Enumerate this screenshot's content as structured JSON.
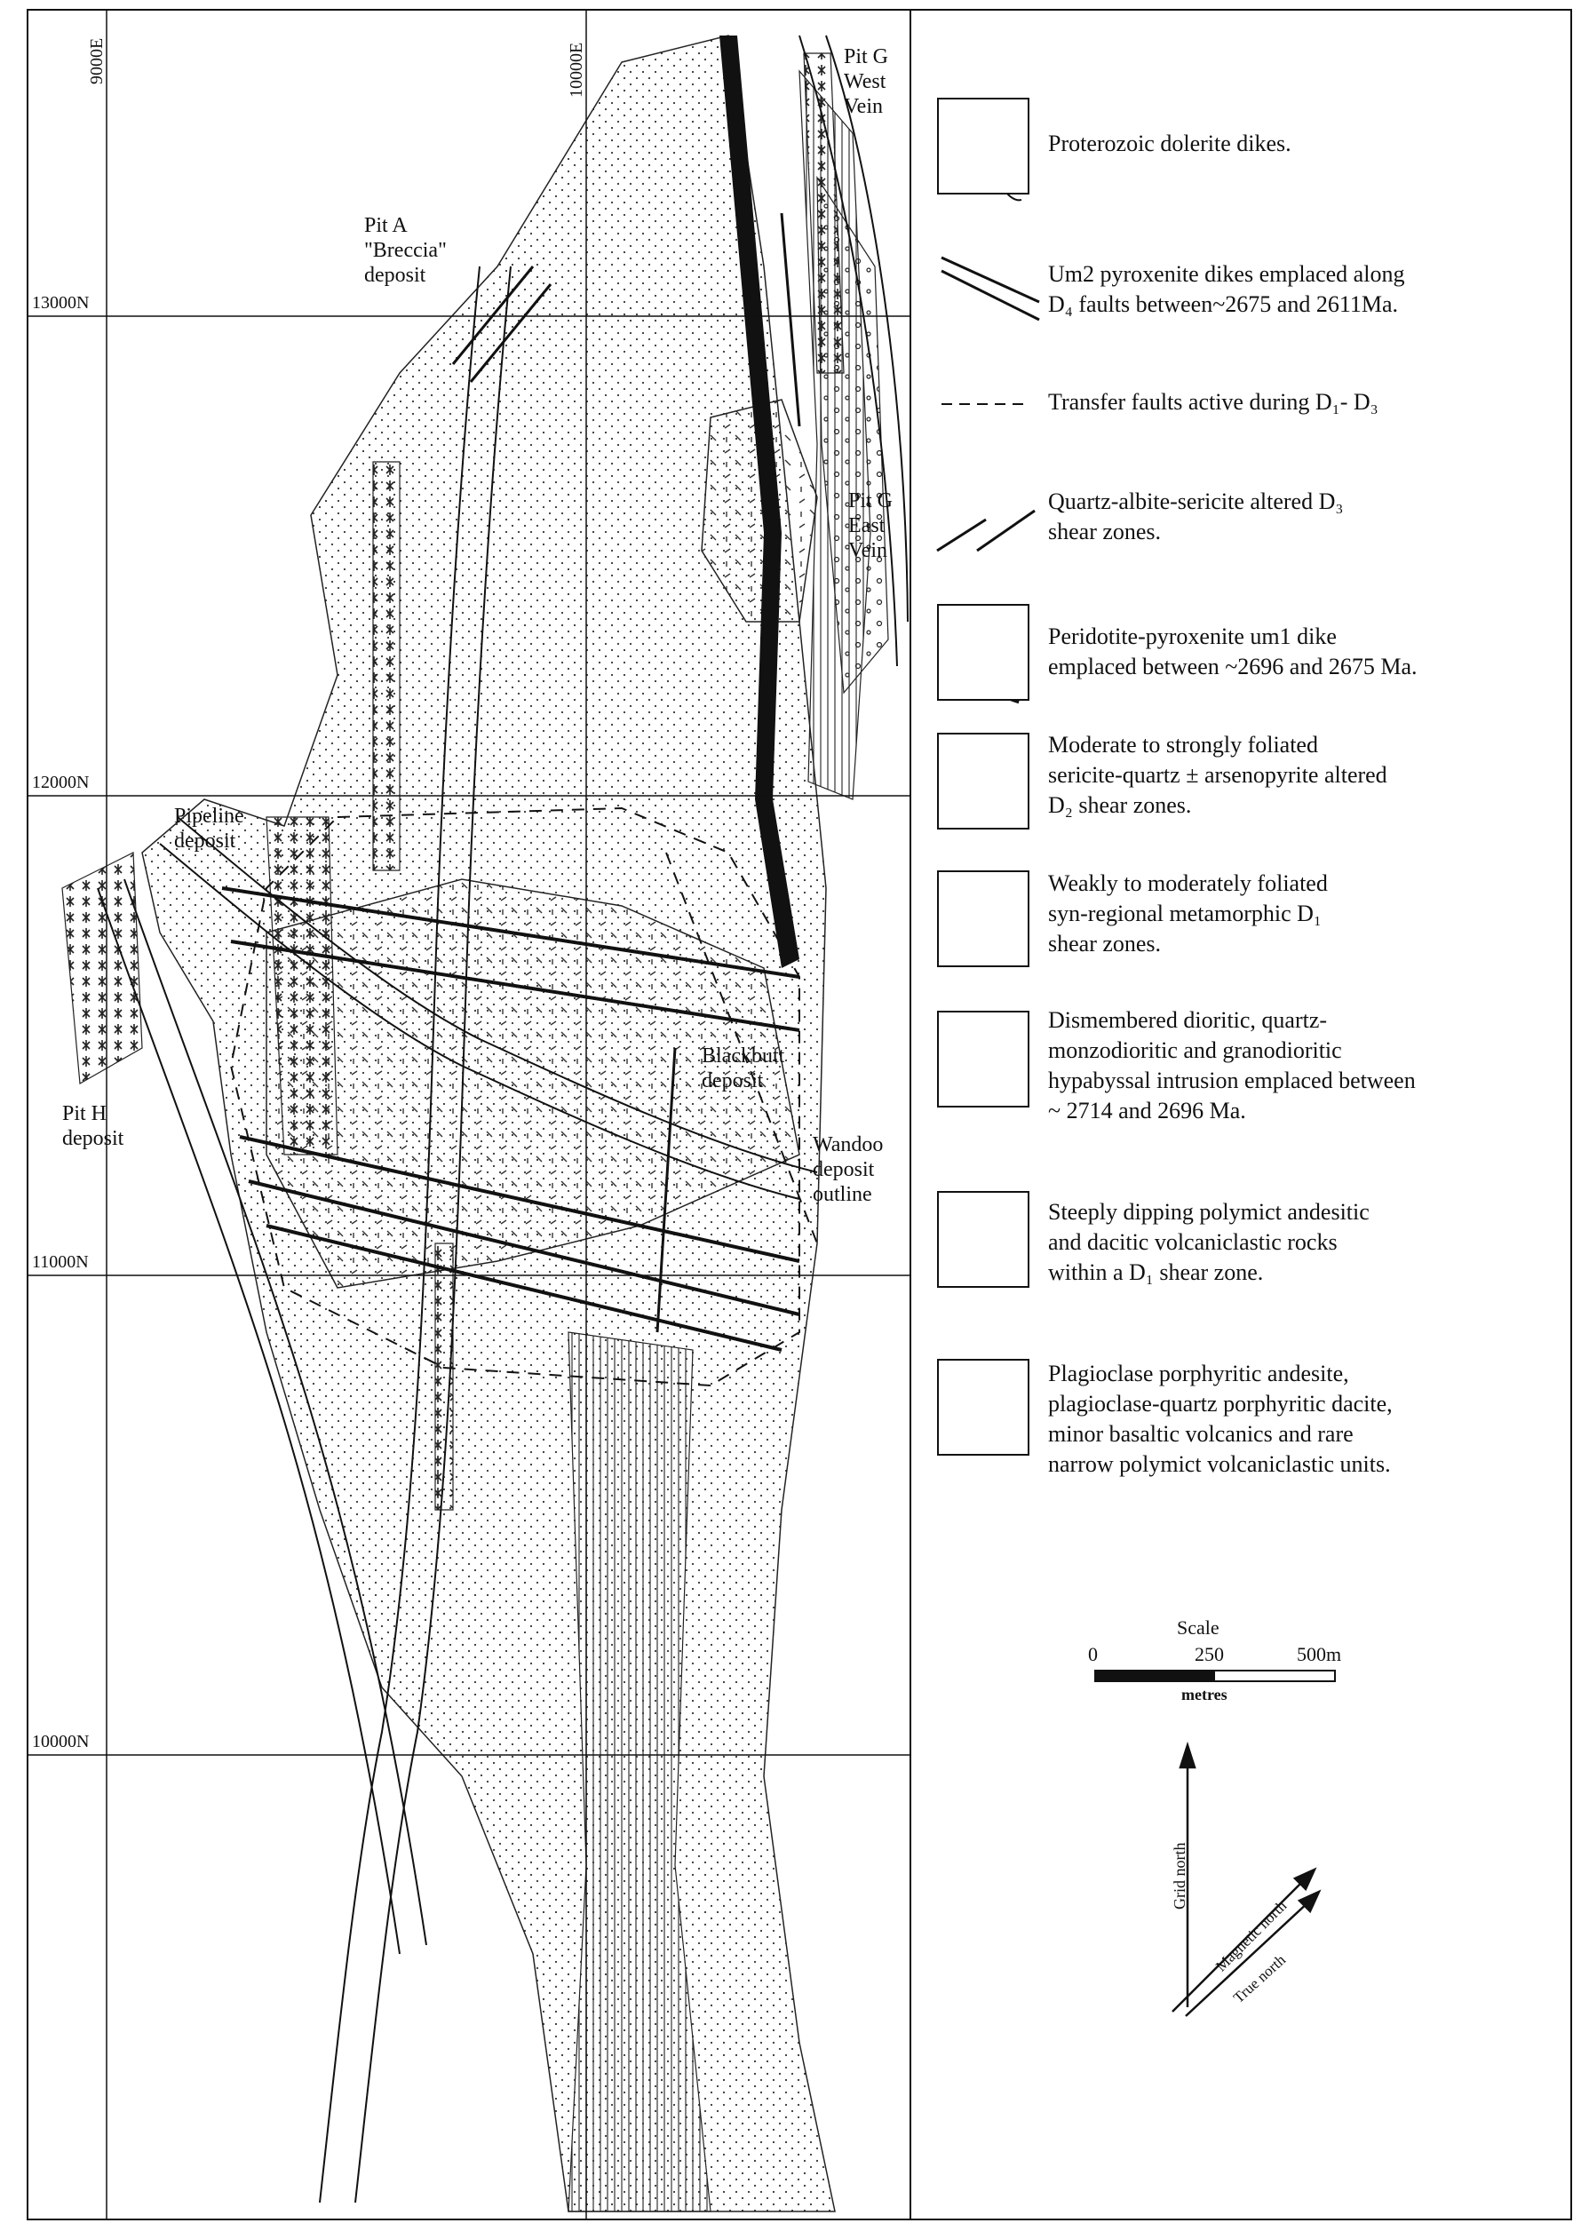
{
  "grid": {
    "easting": [
      "9000E",
      "10000E"
    ],
    "northing": [
      "13000N",
      "12000N",
      "11000N",
      "10000N"
    ]
  },
  "map_labels": {
    "pit_g_west": [
      "Pit G",
      "West",
      "Vein"
    ],
    "pit_a": [
      "Pit A",
      "\"Breccia\"",
      "deposit"
    ],
    "pit_g_east": [
      "Pit G",
      "East",
      "Vein"
    ],
    "pipeline": [
      "Pipeline",
      "deposit"
    ],
    "blackbutt": [
      "Blackbutt",
      "deposit"
    ],
    "pit_h": [
      "Pit H",
      "deposit"
    ],
    "wandoo": [
      "Wandoo",
      "deposit",
      "outline"
    ]
  },
  "legend": [
    {
      "id": "dolerite",
      "lines": [
        "Proterozoic dolerite dikes."
      ]
    },
    {
      "id": "um2",
      "lines": [
        "Um2 pyroxenite dikes emplaced along",
        "D₄ faults between~2675 and 2611Ma."
      ]
    },
    {
      "id": "transfer",
      "lines": [
        "Transfer faults active during D₁- D₃"
      ]
    },
    {
      "id": "qas",
      "lines": [
        "Quartz-albite-sericite altered D₃",
        "shear zones."
      ]
    },
    {
      "id": "um1",
      "lines": [
        "Peridotite-pyroxenite um1 dike",
        "emplaced between ~2696 and 2675 Ma."
      ]
    },
    {
      "id": "d2",
      "lines": [
        "Moderate to strongly foliated",
        "sericite-quartz ± arsenopyrite altered",
        "D₂ shear zones."
      ]
    },
    {
      "id": "d1",
      "lines": [
        "Weakly to moderately foliated",
        "syn-regional metamorphic D₁",
        "shear zones."
      ]
    },
    {
      "id": "dioritic",
      "lines": [
        "Dismembered dioritic, quartz-",
        "monzodioritic and granodioritic",
        "hypabyssal intrusion emplaced between",
        "~ 2714 and 2696 Ma."
      ]
    },
    {
      "id": "volcaniclastic",
      "lines": [
        "Steeply dipping polymict andesitic",
        "and dacitic volcaniclastic rocks",
        "within a D₁ shear zone."
      ]
    },
    {
      "id": "andesite",
      "lines": [
        "Plagioclase porphyritic andesite,",
        "plagioclase-quartz porphyritic dacite,",
        "minor basaltic volcanics and rare",
        "narrow polymict volcaniclastic units."
      ]
    }
  ],
  "scale": {
    "title": "Scale",
    "ticks": [
      "0",
      "250",
      "500m"
    ],
    "unit": "metres"
  },
  "north_arrows": {
    "grid": "Grid north",
    "magnetic": "Magnetic north",
    "true": "True north"
  }
}
